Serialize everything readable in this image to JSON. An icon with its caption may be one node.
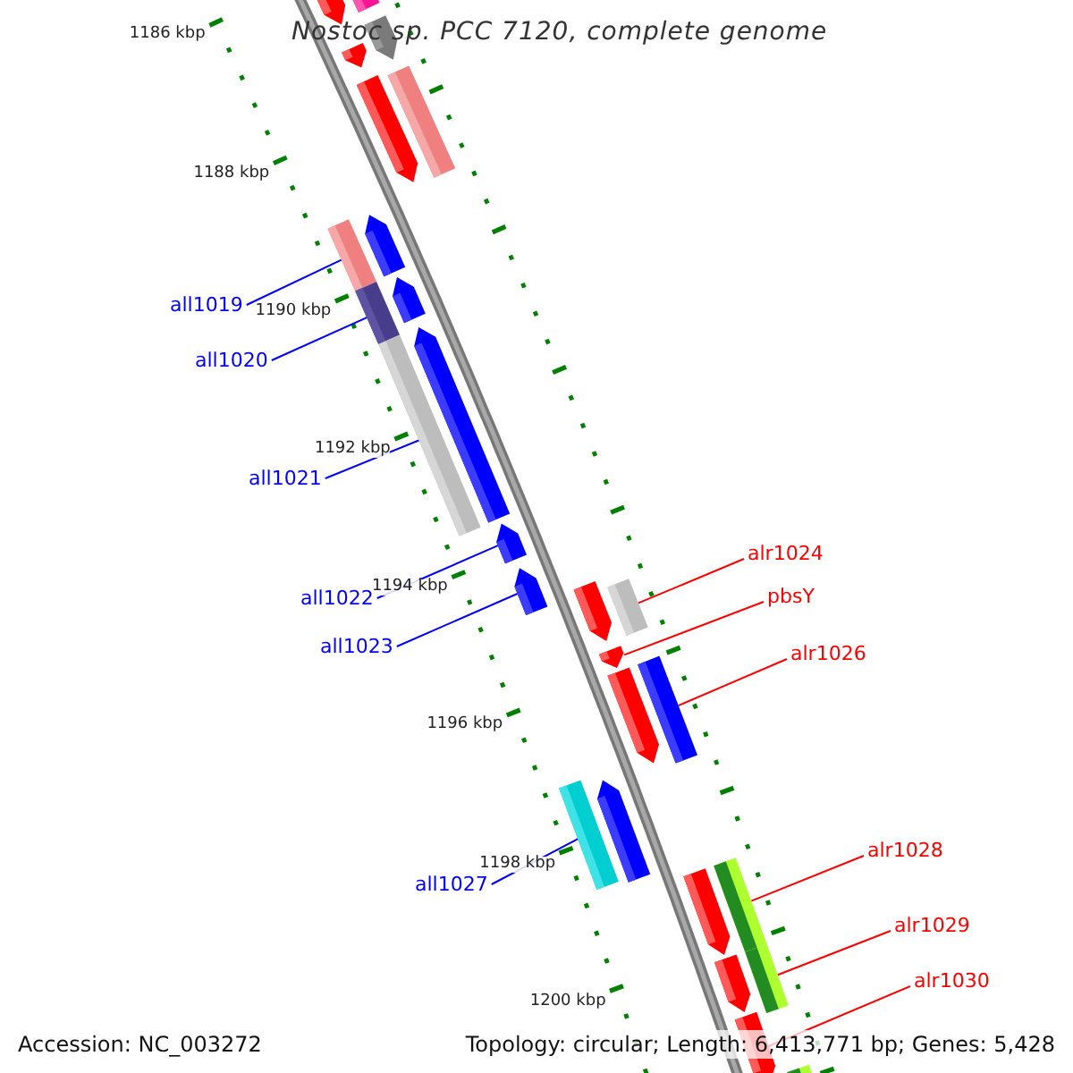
{
  "diagram": {
    "title": "Nostoc sp. PCC 7120, complete genome",
    "nodes": [
      {
        "text": [
          "all1019"
        ]
      },
      {
        "text": [
          "all1020"
        ]
      },
      {
        "text": [
          "all1021"
        ]
      },
      {
        "text": [
          "alr1024"
        ]
      },
      {
        "text": [
          "pbsY"
        ]
      },
      {
        "text": [
          "all1022"
        ]
      },
      {
        "text": [
          "all1023"
        ]
      },
      {
        "text": [
          "alr1026"
        ]
      },
      {
        "text": [
          "alr1028"
        ]
      },
      {
        "text": [
          "all1027"
        ]
      },
      {
        "text": [
          "alr1029"
        ]
      },
      {
        "text": [
          "alr1030"
        ]
      },
      {
        "text": [],
        "shape": "bar"
      },
      {
        "text": [],
        "shape": "bar"
      },
      {
        "text": [],
        "shape": "bar"
      },
      {
        "text": [],
        "shape": "bar"
      },
      {
        "text": [],
        "shape": "bar"
      },
      {
        "text": [],
        "shape": "bar"
      },
      {
        "text": [],
        "shape": "bar"
      },
      {
        "text": [],
        "shape": "bar"
      },
      {
        "text": [],
        "shape": "bar"
      },
      {
        "text": [],
        "shape": "bar"
      },
      {
        "text": [],
        "shape": "bar"
      },
      {
        "text": [],
        "shape": "bar"
      },
      {
        "text": [],
        "shape": "bar"
      },
      {
        "text": [],
        "shape": "bar"
      },
      {
        "text": [],
        "shape": "bar"
      },
      {
        "text": [],
        "shape": "bar"
      },
      {
        "text": [],
        "shape": "bar"
      },
      {
        "text": [],
        "shape": "bar"
      },
      {
        "text": [],
        "shape": "bar"
      },
      {
        "text": [],
        "shape": "bar"
      },
      {
        "text": [],
        "shape": "bar"
      },
      {
        "text": [],
        "shape": "bar"
      },
      {
        "text": [],
        "shape": "bar"
      },
      {
        "text": [],
        "shape": "bar"
      },
      {
        "text": [],
        "shape": "bar"
      },
      {
        "text": [],
        "shape": "bar"
      },
      {
        "text": [],
        "shape": "bar"
      }
    ],
    "edges": [
      {
        "from": 0,
        "to": 19,
        "arrow": "none",
        "color": "#0000ff"
      },
      {
        "from": 1,
        "to": 21,
        "arrow": "none",
        "color": "#0000ff"
      },
      {
        "from": 2,
        "to": 23,
        "arrow": "none",
        "color": "#0000ff"
      },
      {
        "from": 3,
        "to": 26,
        "arrow": "none",
        "color": "#ff0000"
      },
      {
        "from": 4,
        "to": 28,
        "arrow": "none",
        "color": "#ff0000"
      },
      {
        "from": 5,
        "to": 24,
        "arrow": "none",
        "color": "#0000ff"
      },
      {
        "from": 6,
        "to": 25,
        "arrow": "none",
        "color": "#0000ff"
      },
      {
        "from": 7,
        "to": 29,
        "arrow": "none",
        "color": "#ff0000"
      },
      {
        "from": 8,
        "to": 33,
        "arrow": "none",
        "color": "#ff0000"
      },
      {
        "from": 9,
        "to": 32,
        "arrow": "none",
        "color": "#0000ff"
      },
      {
        "from": 10,
        "to": 35,
        "arrow": "none",
        "color": "#ff0000"
      },
      {
        "from": 11,
        "to": 37,
        "arrow": "none",
        "color": "#ff0000"
      }
    ],
    "labels": [
      "1186 kbp",
      "1188 kbp",
      "1190 kbp",
      "1192 kbp",
      "1194 kbp",
      "1196 kbp",
      "1198 kbp",
      "1200 kbp",
      "Accession: NC_003272",
      "Topology: circular; Length: 6,413,771 bp; Genes: 5,428"
    ]
  }
}
